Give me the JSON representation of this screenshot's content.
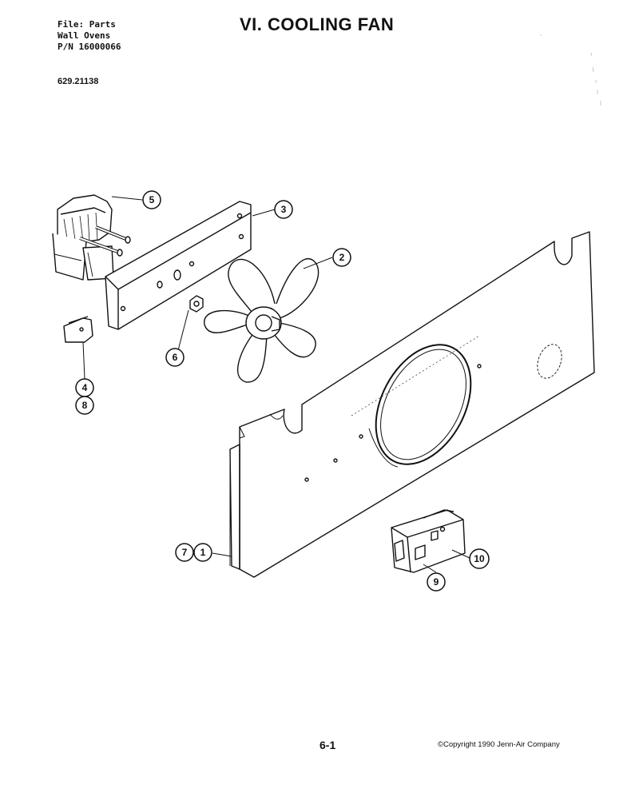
{
  "header": {
    "file_line": "File: Parts",
    "product_line": "Wall Ovens",
    "pn_line": "P/N 16000066"
  },
  "model_number": "629.21138",
  "title": "VI. COOLING FAN",
  "callouts": {
    "c1": "1",
    "c2": "2",
    "c3": "3",
    "c4": "4",
    "c5": "5",
    "c6": "6",
    "c7": "7",
    "c8": "8",
    "c9": "9",
    "c10": "10"
  },
  "footer": {
    "page_number": "6-1",
    "copyright": "©Copyright 1990 Jenn-Air Company"
  }
}
